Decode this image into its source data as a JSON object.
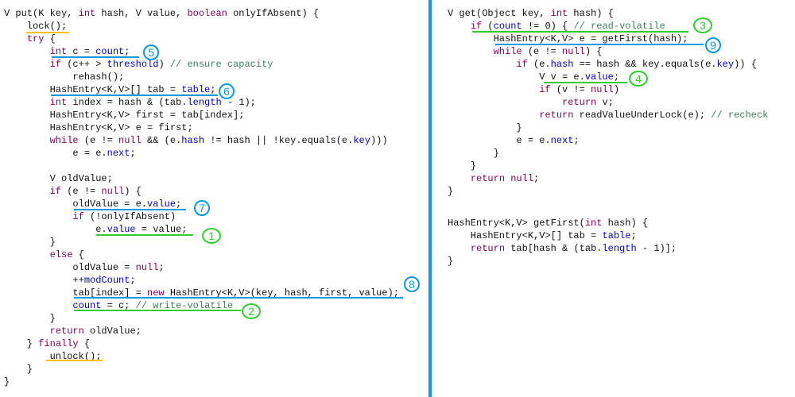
{
  "colors": {
    "keyword": "#7f0055",
    "field": "#0000c0",
    "comment": "#3f7f5f",
    "divider": "#0a9be0",
    "blue_mark": "#0a98e0",
    "green_mark": "#33cc33",
    "orange_mark": "#ffc000"
  },
  "left_code": [
    [
      [
        "V put(K key, ",
        "p"
      ],
      [
        "int",
        "k"
      ],
      [
        " hash, V value, ",
        "p"
      ],
      [
        "boolean",
        "k"
      ],
      [
        " onlyIfAbsent) {",
        "p"
      ]
    ],
    [
      [
        "    lock();",
        "p"
      ]
    ],
    [
      [
        "    ",
        "p"
      ],
      [
        "try",
        "k"
      ],
      [
        " {",
        "p"
      ]
    ],
    [
      [
        "        ",
        "p"
      ],
      [
        "int",
        "k"
      ],
      [
        " c = ",
        "p"
      ],
      [
        "count",
        "f"
      ],
      [
        ";",
        "p"
      ]
    ],
    [
      [
        "        ",
        "p"
      ],
      [
        "if",
        "k"
      ],
      [
        " (c++ > ",
        "p"
      ],
      [
        "threshold",
        "f"
      ],
      [
        ") ",
        "p"
      ],
      [
        "// ensure capacity",
        "c"
      ]
    ],
    [
      [
        "            rehash();",
        "p"
      ]
    ],
    [
      [
        "        HashEntry<K,V>[] tab = ",
        "p"
      ],
      [
        "table",
        "f"
      ],
      [
        ";",
        "p"
      ]
    ],
    [
      [
        "        ",
        "p"
      ],
      [
        "int",
        "k"
      ],
      [
        " index = hash & (tab.",
        "p"
      ],
      [
        "length",
        "f"
      ],
      [
        " - 1);",
        "p"
      ]
    ],
    [
      [
        "        HashEntry<K,V> first = tab[index];",
        "p"
      ]
    ],
    [
      [
        "        HashEntry<K,V> e = first;",
        "p"
      ]
    ],
    [
      [
        "        ",
        "p"
      ],
      [
        "while",
        "k"
      ],
      [
        " (e != ",
        "p"
      ],
      [
        "null",
        "k"
      ],
      [
        " && (e.",
        "p"
      ],
      [
        "hash",
        "f"
      ],
      [
        " != hash || !key.equals(e.",
        "p"
      ],
      [
        "key",
        "f"
      ],
      [
        ")))",
        "p"
      ]
    ],
    [
      [
        "            e = e.",
        "p"
      ],
      [
        "next",
        "f"
      ],
      [
        ";",
        "p"
      ]
    ],
    [],
    [
      [
        "        V oldValue;",
        "p"
      ]
    ],
    [
      [
        "        ",
        "p"
      ],
      [
        "if",
        "k"
      ],
      [
        " (e != ",
        "p"
      ],
      [
        "null",
        "k"
      ],
      [
        ") {",
        "p"
      ]
    ],
    [
      [
        "            oldValue = e.",
        "p"
      ],
      [
        "value",
        "f"
      ],
      [
        ";",
        "p"
      ]
    ],
    [
      [
        "            ",
        "p"
      ],
      [
        "if",
        "k"
      ],
      [
        " (!onlyIfAbsent)",
        "p"
      ]
    ],
    [
      [
        "                e.",
        "p"
      ],
      [
        "value",
        "f"
      ],
      [
        " = value;",
        "p"
      ]
    ],
    [
      [
        "        }",
        "p"
      ]
    ],
    [
      [
        "        ",
        "p"
      ],
      [
        "else",
        "k"
      ],
      [
        " {",
        "p"
      ]
    ],
    [
      [
        "            oldValue = ",
        "p"
      ],
      [
        "null",
        "k"
      ],
      [
        ";",
        "p"
      ]
    ],
    [
      [
        "            ++",
        "p"
      ],
      [
        "modCount",
        "f"
      ],
      [
        ";",
        "p"
      ]
    ],
    [
      [
        "            tab[index] = ",
        "p"
      ],
      [
        "new",
        "k"
      ],
      [
        " HashEntry<K,V>(key, hash, first, value);",
        "p"
      ]
    ],
    [
      [
        "            ",
        "p"
      ],
      [
        "count",
        "f"
      ],
      [
        " = c; ",
        "p"
      ],
      [
        "// write-volatile",
        "c"
      ]
    ],
    [
      [
        "        }",
        "p"
      ]
    ],
    [
      [
        "        ",
        "p"
      ],
      [
        "return",
        "k"
      ],
      [
        " oldValue;",
        "p"
      ]
    ],
    [
      [
        "    } ",
        "p"
      ],
      [
        "finally",
        "k"
      ],
      [
        " {",
        "p"
      ]
    ],
    [
      [
        "        unlock();",
        "p"
      ]
    ],
    [
      [
        "    }",
        "p"
      ]
    ],
    [
      [
        "}",
        "p"
      ]
    ]
  ],
  "right_code": [
    [
      [
        "V get(Object key, ",
        "p"
      ],
      [
        "int",
        "k"
      ],
      [
        " hash) {",
        "p"
      ]
    ],
    [
      [
        "    ",
        "p"
      ],
      [
        "if",
        "k"
      ],
      [
        " (",
        "p"
      ],
      [
        "count",
        "f"
      ],
      [
        " != 0) { ",
        "p"
      ],
      [
        "// read-volatile",
        "c"
      ]
    ],
    [
      [
        "        HashEntry<K,V> e = getFirst(hash);",
        "p"
      ]
    ],
    [
      [
        "        ",
        "p"
      ],
      [
        "while",
        "k"
      ],
      [
        " (e != ",
        "p"
      ],
      [
        "null",
        "k"
      ],
      [
        ") {",
        "p"
      ]
    ],
    [
      [
        "            ",
        "p"
      ],
      [
        "if",
        "k"
      ],
      [
        " (e.",
        "p"
      ],
      [
        "hash",
        "f"
      ],
      [
        " == hash && key.equals(e.",
        "p"
      ],
      [
        "key",
        "f"
      ],
      [
        ")) {",
        "p"
      ]
    ],
    [
      [
        "                V v = e.",
        "p"
      ],
      [
        "value",
        "f"
      ],
      [
        ";",
        "p"
      ]
    ],
    [
      [
        "                ",
        "p"
      ],
      [
        "if",
        "k"
      ],
      [
        " (v != ",
        "p"
      ],
      [
        "null",
        "k"
      ],
      [
        ")",
        "p"
      ]
    ],
    [
      [
        "                    ",
        "p"
      ],
      [
        "return",
        "k"
      ],
      [
        " v;",
        "p"
      ]
    ],
    [
      [
        "                ",
        "p"
      ],
      [
        "return",
        "k"
      ],
      [
        " readValueUnderLock(e); ",
        "p"
      ],
      [
        "// recheck",
        "c"
      ]
    ],
    [
      [
        "            }",
        "p"
      ]
    ],
    [
      [
        "            e = e.",
        "p"
      ],
      [
        "next",
        "f"
      ],
      [
        ";",
        "p"
      ]
    ],
    [
      [
        "        }",
        "p"
      ]
    ],
    [
      [
        "    }",
        "p"
      ]
    ],
    [
      [
        "    ",
        "p"
      ],
      [
        "return",
        "k"
      ],
      [
        " ",
        "p"
      ],
      [
        "null",
        "k"
      ],
      [
        ";",
        "p"
      ]
    ],
    [
      [
        "}",
        "p"
      ]
    ],
    [],
    [],
    [
      [
        "HashEntry<K,V> getFirst(",
        "p"
      ],
      [
        "int",
        "k"
      ],
      [
        " hash) {",
        "p"
      ]
    ],
    [
      [
        "    HashEntry<K,V>[] tab = ",
        "p"
      ],
      [
        "table",
        "f"
      ],
      [
        ";",
        "p"
      ]
    ],
    [
      [
        "    ",
        "p"
      ],
      [
        "return",
        "k"
      ],
      [
        " tab[hash & (tab.",
        "p"
      ],
      [
        "length",
        "f"
      ],
      [
        " - 1)];",
        "p"
      ]
    ],
    [
      [
        "}",
        "p"
      ]
    ]
  ],
  "annotations": {
    "n1": "1",
    "n2": "2",
    "n3": "3",
    "n4": "4",
    "n5": "5",
    "n6": "6",
    "n7": "7",
    "n8": "8",
    "n9": "9"
  }
}
